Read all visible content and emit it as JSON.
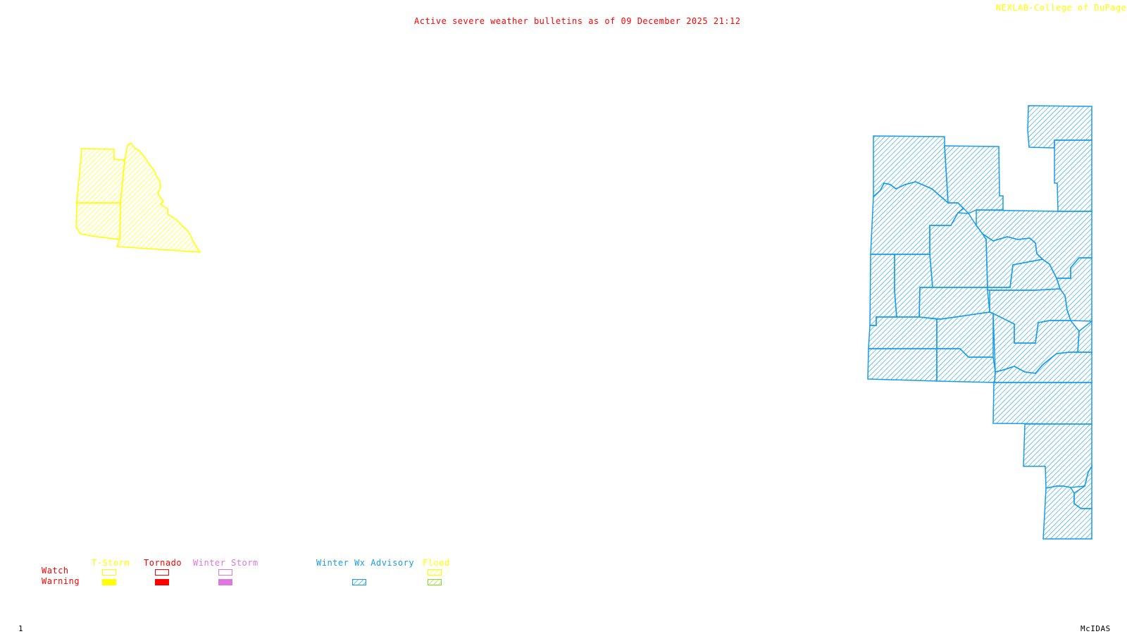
{
  "header": {
    "title": "Active severe weather bulletins as of 09 December 2025 21:12",
    "credit": "NEXLAB-College of DuPage",
    "credit_icon": "cursor-arrow-icon"
  },
  "footer": {
    "frame_number": "1",
    "software": "McIDAS"
  },
  "colors": {
    "title": "#ff0000",
    "credit": "#ffff00",
    "tstorm": "#ffff00",
    "tornado": "#ff0000",
    "winter_storm": "#dd77dd",
    "winter_wx_advisory": "#1a9be6",
    "flood_watch": "#ffff00",
    "flood_warning": "#88dd22",
    "row_labels": "#ff0000"
  },
  "legend": {
    "row_labels": {
      "watch": "Watch",
      "warning": "Warning"
    },
    "columns": [
      {
        "key": "tstorm",
        "label": "T-Storm",
        "watch": "outline",
        "warning": "solid"
      },
      {
        "key": "tornado",
        "label": "Tornado",
        "watch": "outline",
        "warning": "solid"
      },
      {
        "key": "winter_storm",
        "label": "Winter Storm",
        "watch": "outline",
        "warning": "solid"
      },
      {
        "key": "winter_wx_advisory",
        "label": "Winter Wx Advisory",
        "watch": "none",
        "warning": "hatched"
      },
      {
        "key": "flood",
        "label": "Flood",
        "watch": "hatched",
        "warning": "hatched"
      }
    ]
  },
  "map_regions": [
    {
      "name": "western-flood-watch-area",
      "bulletin": "Flood Watch",
      "fill": "hatched",
      "counties_drawn": 3
    },
    {
      "name": "eastern-winter-wx-advisory-area",
      "bulletin": "Winter Wx Advisory",
      "fill": "hatched",
      "counties_drawn": "many"
    }
  ]
}
